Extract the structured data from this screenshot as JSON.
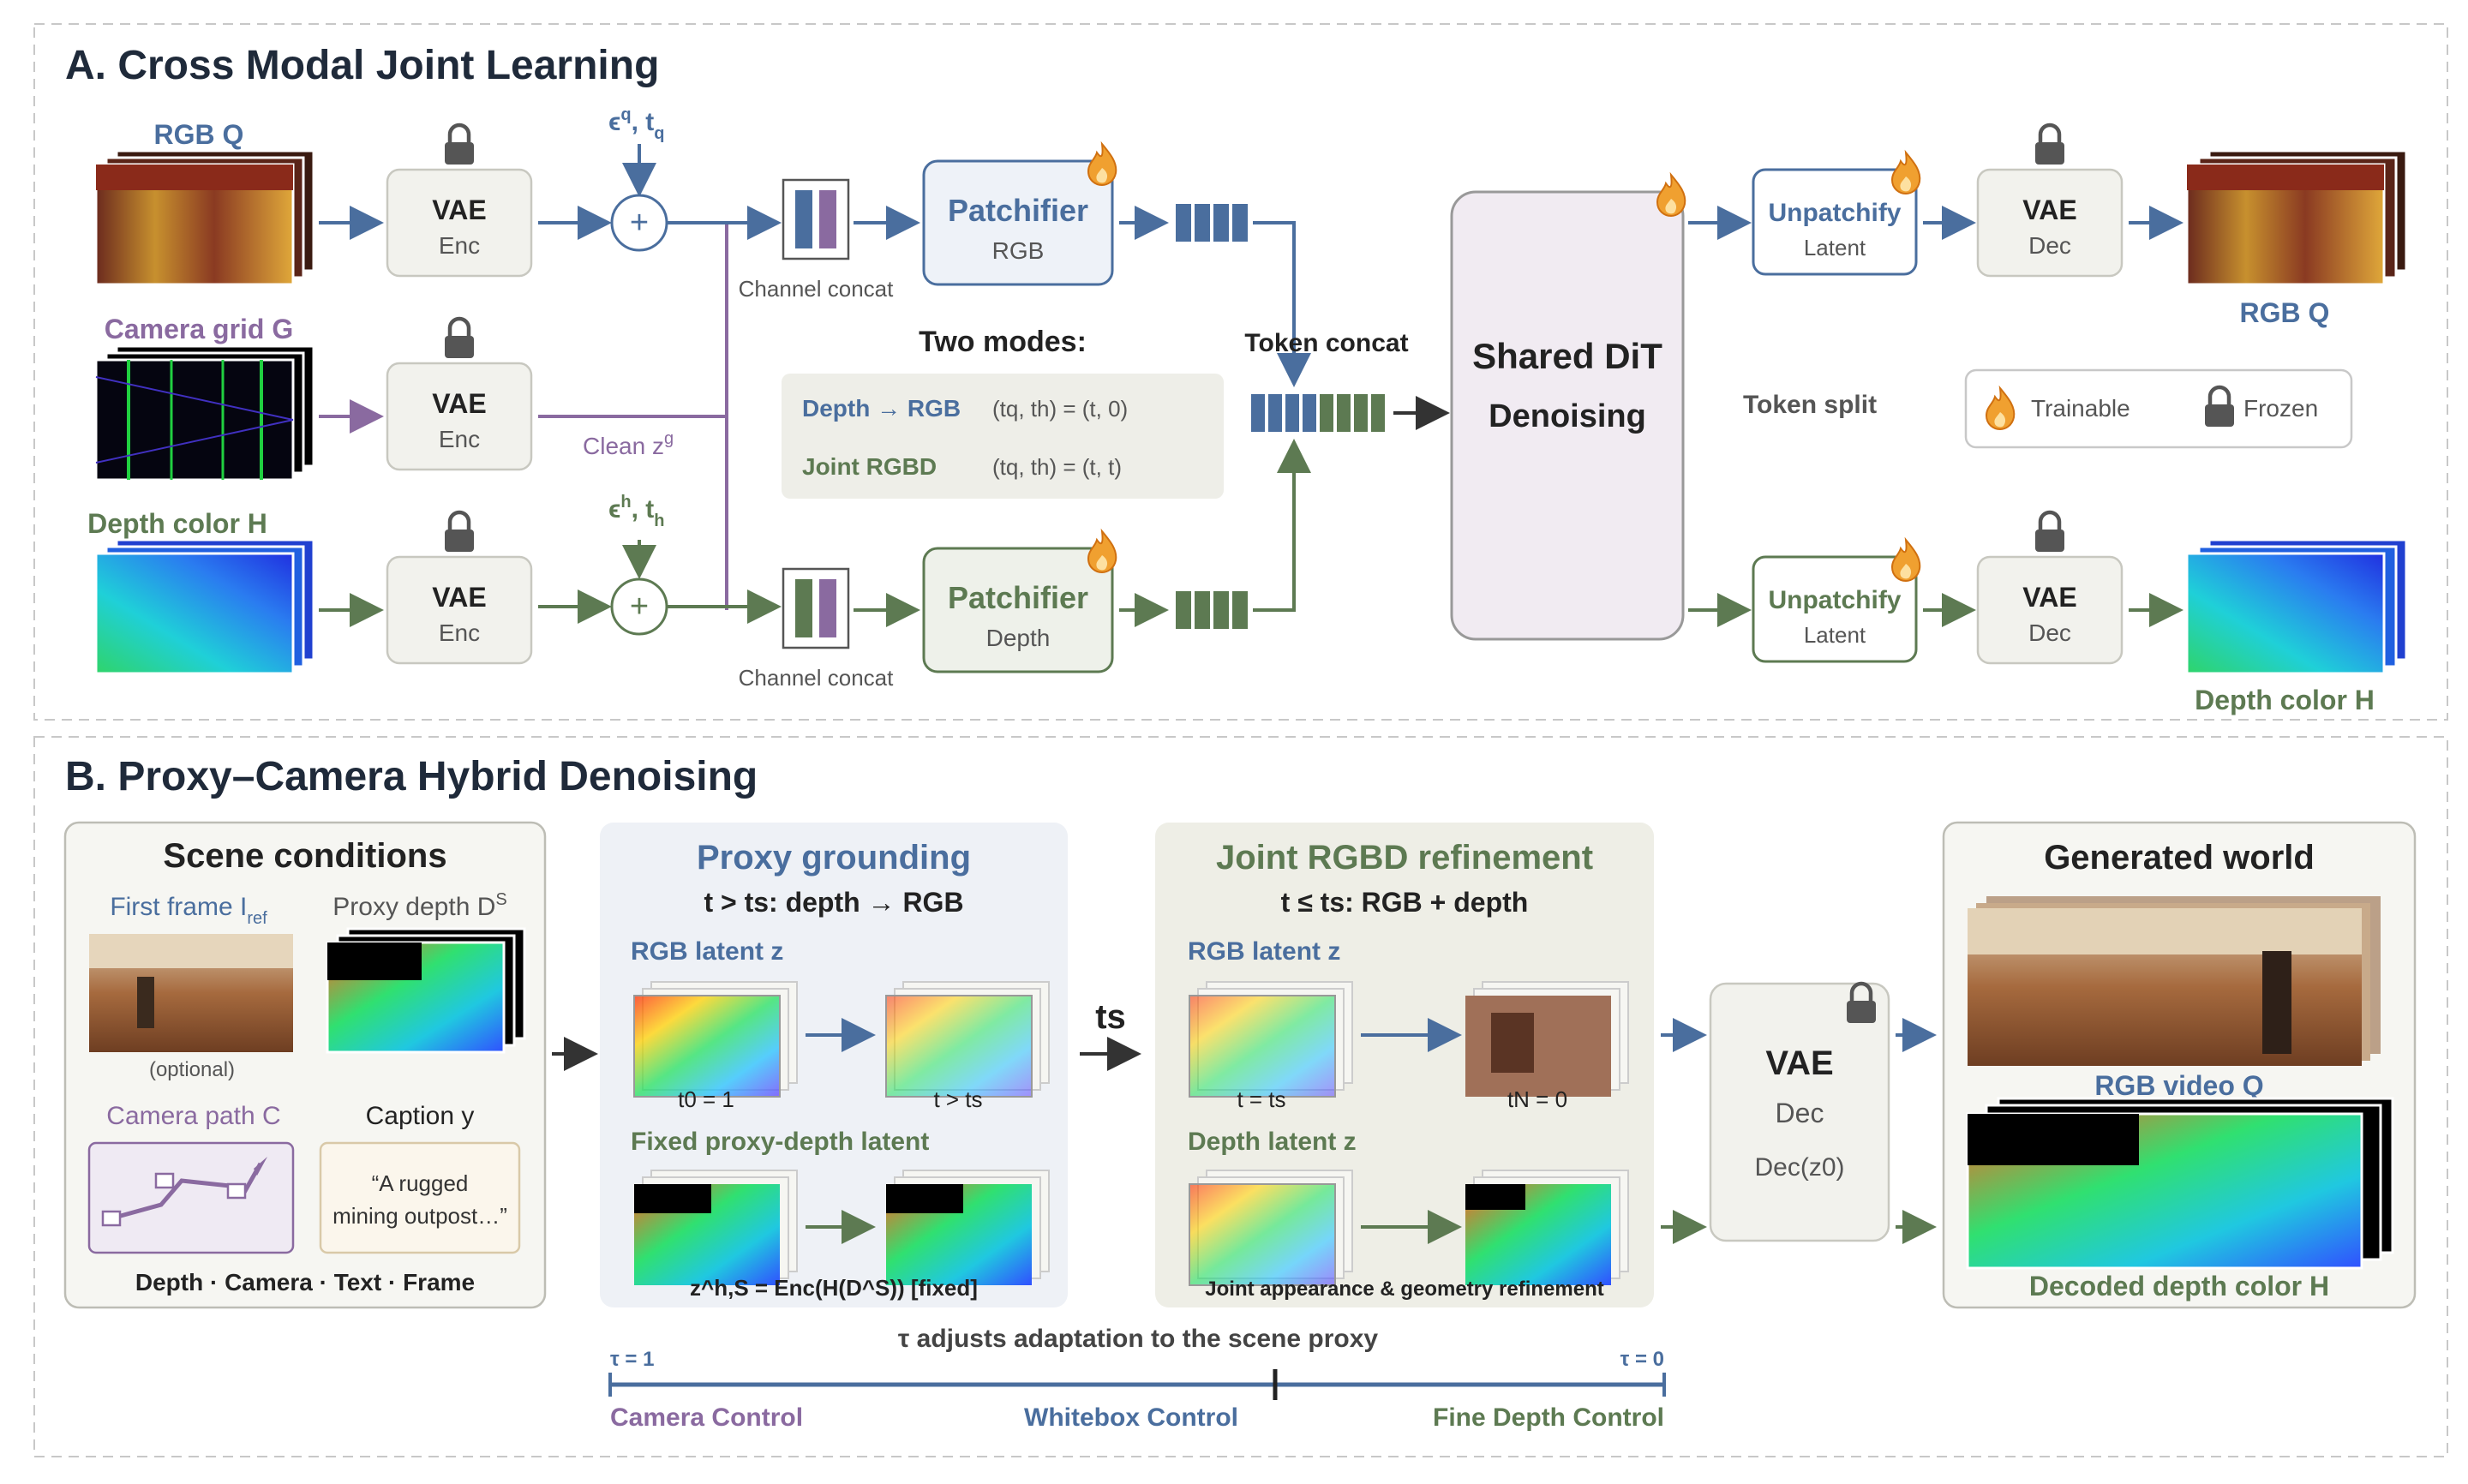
{
  "sectionA": {
    "title": "A. Cross Modal Joint Learning",
    "rgb_label": "RGB Q",
    "camera_label": "Camera grid G",
    "depth_label": "Depth color H",
    "vae": "VAE",
    "enc": "Enc",
    "dec": "Dec",
    "eps_q": "ϵ",
    "eps_q_sup": "q",
    "eps_q_rest": ", t",
    "eps_q_sub": "q",
    "eps_h": "ϵ",
    "eps_h_sup": "h",
    "eps_h_rest": ", t",
    "eps_h_sub": "h",
    "clean_z": "Clean z",
    "clean_z_sup": "g",
    "channel_concat": "Channel concat",
    "patchifier": "Patchifier",
    "patch_rgb": "RGB",
    "patch_depth": "Depth",
    "two_modes": "Two modes:",
    "mode1_name": "Depth → RGB",
    "mode1_eq": "(tq, th) = (t, 0)",
    "mode2_name": "Joint RGBD",
    "mode2_eq": "(tq, th) = (t, t)",
    "token_concat": "Token concat",
    "dit_line1": "Shared DiT",
    "dit_line2": "Denoising",
    "unpatchify": "Unpatchify",
    "latent": "Latent",
    "token_split": "Token split",
    "legend_trainable": "Trainable",
    "legend_frozen": "Frozen",
    "out_rgb": "RGB Q",
    "out_depth": "Depth color H"
  },
  "sectionB": {
    "title": "B. Proxy–Camera Hybrid Denoising",
    "scene_title": "Scene conditions",
    "first_frame": "First frame I",
    "first_frame_sub": "ref",
    "proxy_depth": "Proxy depth D",
    "proxy_depth_sup": "S",
    "optional": "(optional)",
    "camera_path": "Camera path C",
    "caption_y": "Caption y",
    "caption_text1": "“A rugged",
    "caption_text2": "mining outpost…”",
    "scene_footer": "Depth · Camera · Text · Frame",
    "proxy_title": "Proxy grounding",
    "proxy_cond": "t > ts:  depth → RGB",
    "rgb_latent": "RGB latent z",
    "t0_label": "t0 = 1",
    "t_gt_label": "t > ts",
    "fixed_proxy": "Fixed proxy-depth latent",
    "enc_formula": "z^h,S = Enc(H(D^S))  [fixed]",
    "ts_label": "ts",
    "joint_title": "Joint RGBD refinement",
    "joint_cond": "t ≤ ts:  RGB + depth",
    "t_eq_label": "t = ts",
    "tn_label": "tN = 0",
    "depth_latent": "Depth latent z",
    "joint_footer": "Joint appearance & geometry refinement",
    "vae": "VAE",
    "dec": "Dec",
    "dec_formula": "Dec(z0)",
    "gen_title": "Generated world",
    "rgb_video": "RGB video Q",
    "decoded_depth": "Decoded depth color H",
    "tau_title": "τ adjusts adaptation to the scene proxy",
    "tau1": "τ = 1",
    "tau0": "τ = 0",
    "ctrl_camera": "Camera Control",
    "ctrl_whitebox": "Whitebox Control",
    "ctrl_fine": "Fine Depth Control"
  },
  "colors": {
    "rgb": "#4a6e9e",
    "camera": "#8a6aa0",
    "depth": "#5d7a52",
    "dit_fill": "#f1ebf2"
  }
}
